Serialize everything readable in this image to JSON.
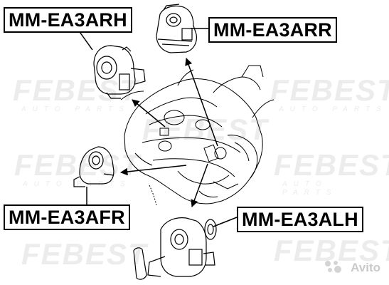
{
  "labels": {
    "arh": "MM-EA3ARH",
    "arr": "MM-EA3ARR",
    "afr": "MM-EA3AFR",
    "alh": "MM-EA3ALH"
  },
  "watermark": {
    "brand": "FEBEST",
    "tagline": "AUTO PARTS",
    "avito": "Avito"
  },
  "colors": {
    "line": "#000000",
    "watermark": "#ececec",
    "background": "#ffffff"
  }
}
